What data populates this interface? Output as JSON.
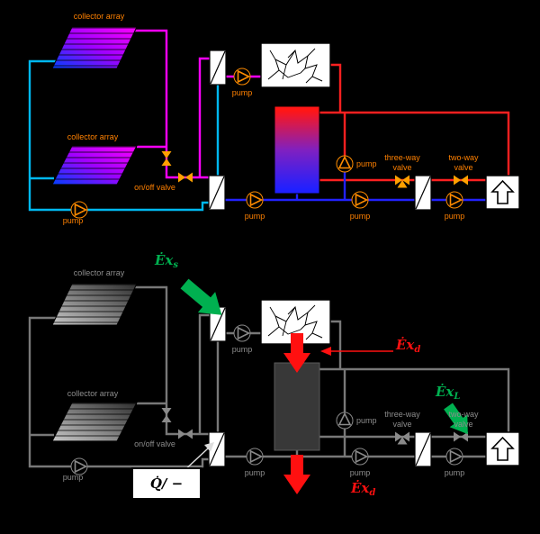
{
  "background": "#000000",
  "top_diagram": {
    "palette": {
      "cold_pipe": "#00b8f0",
      "hot_pipe": "#ff00ff",
      "supply_pipe": "#ff2020",
      "return_pipe": "#2222ff",
      "label_color": "#ff8000",
      "pump_color": "#ff8c00",
      "valve_color": "#ffa000"
    },
    "labels": {
      "collector_array": "collector array",
      "pump": "pump",
      "on_off_valve": "on/off valve",
      "three_way_valve": [
        "three-way",
        "valve"
      ],
      "two_way_valve": [
        "two-way",
        "valve"
      ]
    }
  },
  "bottom_diagram": {
    "palette": {
      "pipe_color": "#787878",
      "component_color": "#8a8a8a",
      "label_color": "#8c8c8c",
      "tank_color": "#383838",
      "exergy_in_color": "#00b050",
      "exergy_loss_color": "#ff1010"
    },
    "labels": {
      "collector_array": "collector array",
      "pump": "pump",
      "on_off_valve": "on/off valve",
      "three_way_valve": [
        "three-way",
        "valve"
      ],
      "two_way_valve": [
        "two-way",
        "valve"
      ]
    },
    "annotations": {
      "exergy_solar_in": {
        "symbol": "Ėx",
        "subscript": "s"
      },
      "exergy_destroyed": {
        "symbol": "Ėx",
        "subscript": "d"
      },
      "exergy_load_out": {
        "symbol": "Ėx",
        "subscript": "L"
      },
      "exergy_destroyed_bottom": {
        "symbol": "Ėx",
        "subscript": "d"
      },
      "aux_heat_box": {
        "symbol": "Q̇",
        "suffix": " / −"
      }
    }
  }
}
